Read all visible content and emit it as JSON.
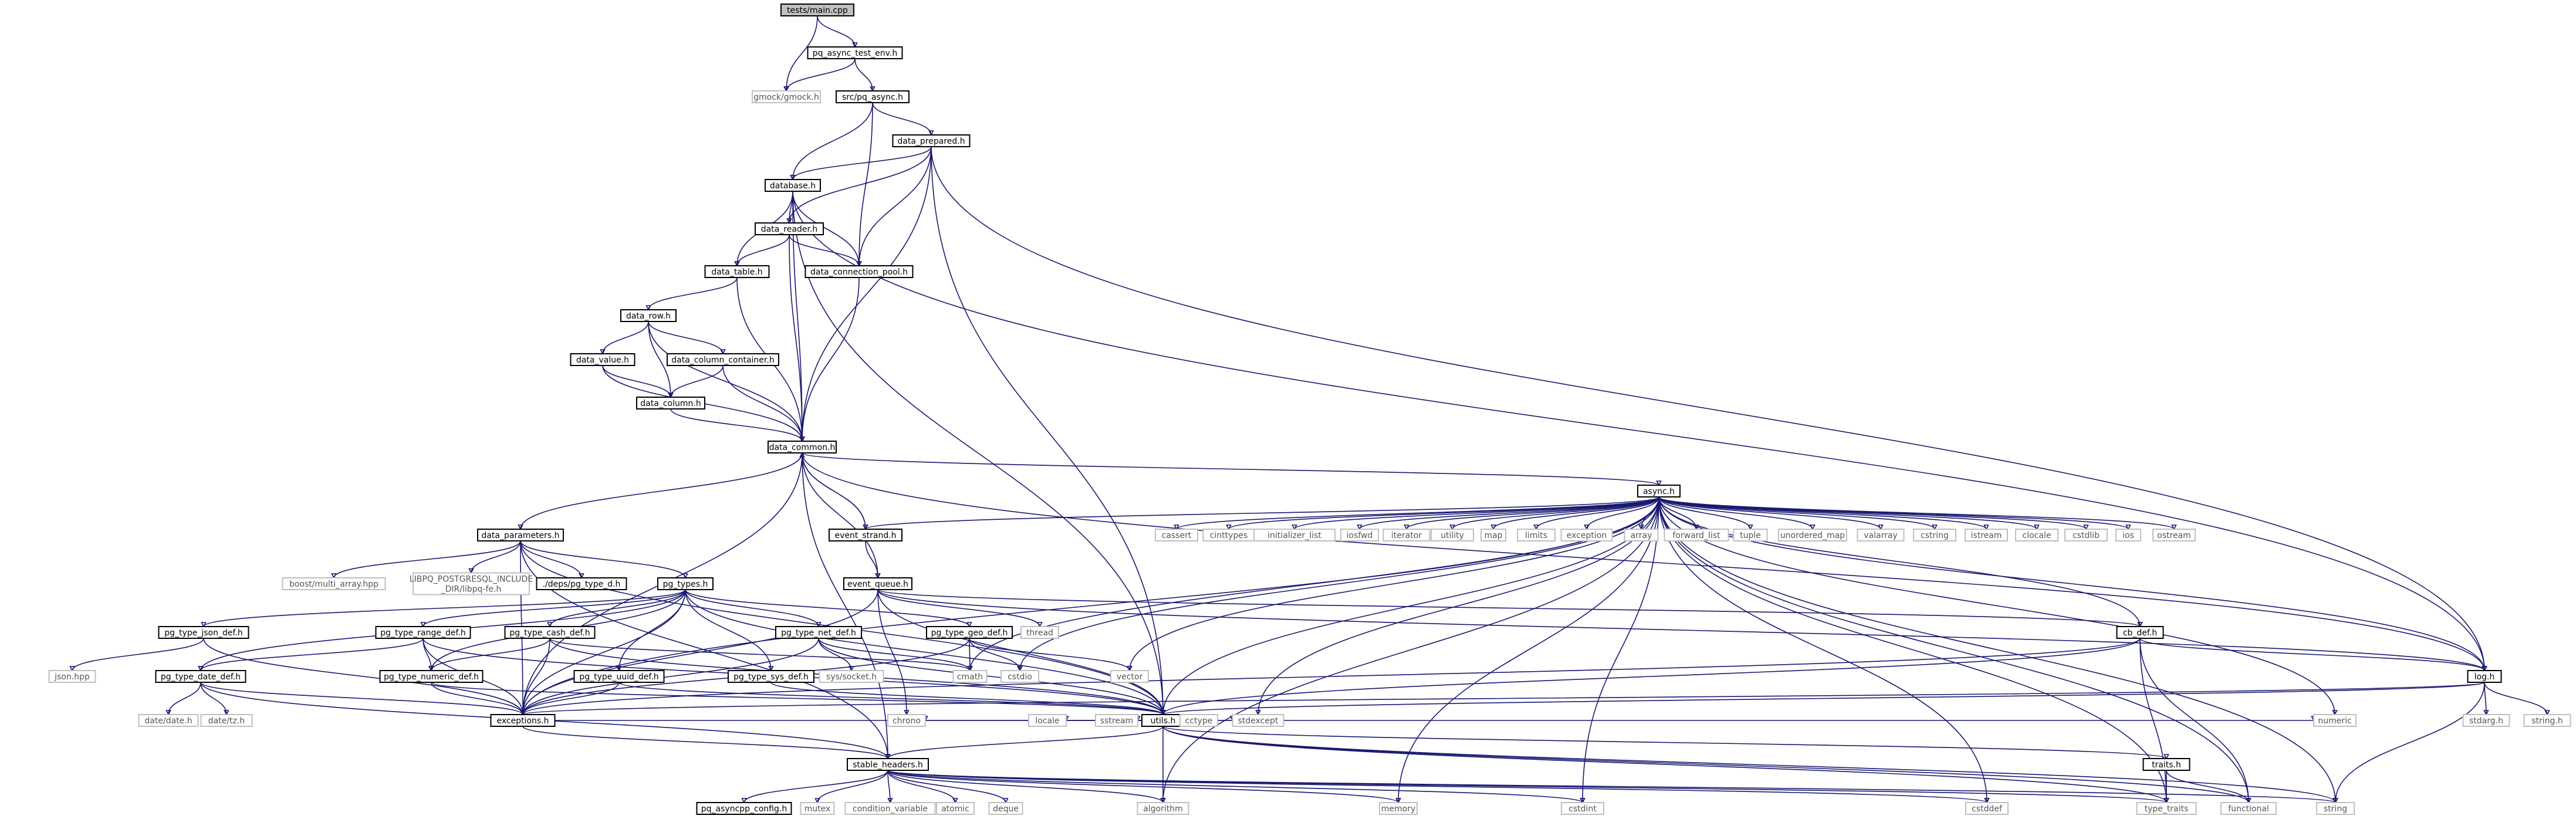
{
  "diagram": {
    "nodes": [
      {
        "id": "main",
        "label": "tests/main.cpp",
        "kind": "root"
      },
      {
        "id": "pqtestenv",
        "label": "pq_async_test_env.h",
        "kind": "local"
      },
      {
        "id": "gmock",
        "label": "gmock/gmock.h",
        "kind": "system"
      },
      {
        "id": "pqasync",
        "label": "src/pq_async.h",
        "kind": "local"
      },
      {
        "id": "dataprep",
        "label": "data_prepared.h",
        "kind": "local"
      },
      {
        "id": "database",
        "label": "database.h",
        "kind": "local"
      },
      {
        "id": "datareader",
        "label": "data_reader.h",
        "kind": "local"
      },
      {
        "id": "dataconn",
        "label": "data_connection_pool.h",
        "kind": "local"
      },
      {
        "id": "datatable",
        "label": "data_table.h",
        "kind": "local"
      },
      {
        "id": "datarow",
        "label": "data_row.h",
        "kind": "local"
      },
      {
        "id": "datavalue",
        "label": "data_value.h",
        "kind": "local"
      },
      {
        "id": "datacolcont",
        "label": "data_column_container.h",
        "kind": "local"
      },
      {
        "id": "datacol",
        "label": "data_column.h",
        "kind": "local"
      },
      {
        "id": "datacommon",
        "label": "data_common.h",
        "kind": "local"
      },
      {
        "id": "asynch",
        "label": "async.h",
        "kind": "local"
      },
      {
        "id": "eventstrand",
        "label": "event_strand.h",
        "kind": "local"
      },
      {
        "id": "dataparams",
        "label": "data_parameters.h",
        "kind": "local"
      },
      {
        "id": "eventqueue",
        "label": "event_queue.h",
        "kind": "local"
      },
      {
        "id": "pgtypes",
        "label": "pg_types.h",
        "kind": "local"
      },
      {
        "id": "boostmulti",
        "label": "boost/multi_array.hpp",
        "kind": "system"
      },
      {
        "id": "libpq",
        "label": "LIBPQ_POSTGRESQL_INCLUDE|_DIR/libpq-fe.h",
        "kind": "system",
        "line1": "LIBPQ_POSTGRESQL_INCLUDE",
        "line2": "_DIR/libpq-fe.h"
      },
      {
        "id": "pgtypeid",
        "label": "./deps/pg_type_d.h",
        "kind": "local"
      },
      {
        "id": "json",
        "label": "pg_type_json_def.h",
        "kind": "local"
      },
      {
        "id": "jsonhpp",
        "label": "json.hpp",
        "kind": "system"
      },
      {
        "id": "range",
        "label": "pg_type_range_def.h",
        "kind": "local"
      },
      {
        "id": "cash",
        "label": "pg_type_cash_def.h",
        "kind": "local"
      },
      {
        "id": "net",
        "label": "pg_type_net_def.h",
        "kind": "local"
      },
      {
        "id": "geo",
        "label": "pg_type_geo_def.h",
        "kind": "local"
      },
      {
        "id": "thread",
        "label": "thread",
        "kind": "system"
      },
      {
        "id": "cbdef",
        "label": "cb_def.h",
        "kind": "local"
      },
      {
        "id": "date",
        "label": "pg_type_date_def.h",
        "kind": "local"
      },
      {
        "id": "numeric",
        "label": "pg_type_numeric_def.h",
        "kind": "local"
      },
      {
        "id": "uuid",
        "label": "pg_type_uuid_def.h",
        "kind": "local"
      },
      {
        "id": "sys",
        "label": "pg_type_sys_def.h",
        "kind": "local"
      },
      {
        "id": "syssocket",
        "label": "sys/socket.h",
        "kind": "system"
      },
      {
        "id": "cmath",
        "label": "cmath",
        "kind": "system"
      },
      {
        "id": "cstdio",
        "label": "cstdio",
        "kind": "system"
      },
      {
        "id": "vector",
        "label": "vector",
        "kind": "system"
      },
      {
        "id": "logh",
        "label": "log.h",
        "kind": "local"
      },
      {
        "id": "datedate",
        "label": "date/date.h",
        "kind": "system"
      },
      {
        "id": "datetz",
        "label": "date/tz.h",
        "kind": "system"
      },
      {
        "id": "exceptions",
        "label": "exceptions.h",
        "kind": "local"
      },
      {
        "id": "utils",
        "label": "utils.h",
        "kind": "local"
      },
      {
        "id": "stdarg",
        "label": "stdarg.h",
        "kind": "system"
      },
      {
        "id": "stringh",
        "label": "string.h",
        "kind": "system"
      },
      {
        "id": "stable",
        "label": "stable_headers.h",
        "kind": "local"
      },
      {
        "id": "chrono",
        "label": "chrono",
        "kind": "system"
      },
      {
        "id": "locale",
        "label": "locale",
        "kind": "system"
      },
      {
        "id": "sstream",
        "label": "sstream",
        "kind": "system"
      },
      {
        "id": "cctype",
        "label": "cctype",
        "kind": "system"
      },
      {
        "id": "stdexcept",
        "label": "stdexcept",
        "kind": "system"
      },
      {
        "id": "traits",
        "label": "traits.h",
        "kind": "local"
      },
      {
        "id": "numerichdr",
        "label": "numeric",
        "kind": "system"
      },
      {
        "id": "pqconfig",
        "label": "pq_asyncpp_config.h",
        "kind": "local"
      },
      {
        "id": "mutex",
        "label": "mutex",
        "kind": "system"
      },
      {
        "id": "condvar",
        "label": "condition_variable",
        "kind": "system"
      },
      {
        "id": "atomic",
        "label": "atomic",
        "kind": "system"
      },
      {
        "id": "deque",
        "label": "deque",
        "kind": "system"
      },
      {
        "id": "algorithm",
        "label": "algorithm",
        "kind": "system"
      },
      {
        "id": "memory",
        "label": "memory",
        "kind": "system"
      },
      {
        "id": "cstdint",
        "label": "cstdint",
        "kind": "system"
      },
      {
        "id": "cstddef",
        "label": "cstddef",
        "kind": "system"
      },
      {
        "id": "typetraits",
        "label": "type_traits",
        "kind": "system"
      },
      {
        "id": "functional",
        "label": "functional",
        "kind": "system"
      },
      {
        "id": "string",
        "label": "string",
        "kind": "system"
      },
      {
        "id": "cassert",
        "label": "cassert",
        "kind": "system"
      },
      {
        "id": "cinttypes",
        "label": "cinttypes",
        "kind": "system"
      },
      {
        "id": "initlist",
        "label": "initializer_list",
        "kind": "system"
      },
      {
        "id": "iosfwd",
        "label": "iosfwd",
        "kind": "system"
      },
      {
        "id": "iterator",
        "label": "iterator",
        "kind": "system"
      },
      {
        "id": "utility",
        "label": "utility",
        "kind": "system"
      },
      {
        "id": "map",
        "label": "map",
        "kind": "system"
      },
      {
        "id": "limits",
        "label": "limits",
        "kind": "system"
      },
      {
        "id": "exception",
        "label": "exception",
        "kind": "system"
      },
      {
        "id": "array",
        "label": "array",
        "kind": "system"
      },
      {
        "id": "fwdlist",
        "label": "forward_list",
        "kind": "system"
      },
      {
        "id": "tuple",
        "label": "tuple",
        "kind": "system"
      },
      {
        "id": "unordmap",
        "label": "unordered_map",
        "kind": "system"
      },
      {
        "id": "valarray",
        "label": "valarray",
        "kind": "system"
      },
      {
        "id": "cstring",
        "label": "cstring",
        "kind": "system"
      },
      {
        "id": "istream",
        "label": "istream",
        "kind": "system"
      },
      {
        "id": "clocale",
        "label": "clocale",
        "kind": "system"
      },
      {
        "id": "cstdlib",
        "label": "cstdlib",
        "kind": "system"
      },
      {
        "id": "ios",
        "label": "ios",
        "kind": "system"
      },
      {
        "id": "ostream",
        "label": "ostream",
        "kind": "system"
      }
    ],
    "edges": [
      [
        "main",
        "pqtestenv"
      ],
      [
        "main",
        "gmock"
      ],
      [
        "pqtestenv",
        "gmock"
      ],
      [
        "pqtestenv",
        "pqasync"
      ],
      [
        "pqasync",
        "dataprep"
      ],
      [
        "pqasync",
        "database"
      ],
      [
        "pqasync",
        "dataconn"
      ],
      [
        "dataprep",
        "database"
      ],
      [
        "dataprep",
        "datareader"
      ],
      [
        "dataprep",
        "dataconn"
      ],
      [
        "dataprep",
        "datacommon"
      ],
      [
        "dataprep",
        "utils"
      ],
      [
        "dataprep",
        "logh"
      ],
      [
        "database",
        "datareader"
      ],
      [
        "database",
        "dataconn"
      ],
      [
        "database",
        "datatable"
      ],
      [
        "database",
        "datacommon"
      ],
      [
        "database",
        "logh"
      ],
      [
        "database",
        "utils"
      ],
      [
        "datareader",
        "dataconn"
      ],
      [
        "datareader",
        "datatable"
      ],
      [
        "datareader",
        "datacommon"
      ],
      [
        "dataconn",
        "datacommon"
      ],
      [
        "datatable",
        "datarow"
      ],
      [
        "datatable",
        "datacommon"
      ],
      [
        "datarow",
        "datavalue"
      ],
      [
        "datarow",
        "datacolcont"
      ],
      [
        "datarow",
        "datacol"
      ],
      [
        "datarow",
        "datacommon"
      ],
      [
        "datavalue",
        "datacol"
      ],
      [
        "datavalue",
        "datacommon"
      ],
      [
        "datacolcont",
        "datacol"
      ],
      [
        "datacolcont",
        "datacommon"
      ],
      [
        "datacol",
        "datacommon"
      ],
      [
        "datacommon",
        "eventstrand"
      ],
      [
        "datacommon",
        "asynch"
      ],
      [
        "datacommon",
        "dataparams"
      ],
      [
        "datacommon",
        "eventqueue"
      ],
      [
        "datacommon",
        "exceptions"
      ],
      [
        "datacommon",
        "stable"
      ],
      [
        "datacommon",
        "logh"
      ],
      [
        "eventstrand",
        "datacommon"
      ],
      [
        "eventstrand",
        "eventqueue"
      ],
      [
        "asynch",
        "eventstrand"
      ],
      [
        "asynch",
        "cbdef"
      ],
      [
        "asynch",
        "logh"
      ],
      [
        "asynch",
        "utils"
      ],
      [
        "asynch",
        "exceptions"
      ],
      [
        "asynch",
        "cassert"
      ],
      [
        "asynch",
        "cinttypes"
      ],
      [
        "asynch",
        "initlist"
      ],
      [
        "asynch",
        "iosfwd"
      ],
      [
        "asynch",
        "iterator"
      ],
      [
        "asynch",
        "utility"
      ],
      [
        "asynch",
        "map"
      ],
      [
        "asynch",
        "limits"
      ],
      [
        "asynch",
        "exception"
      ],
      [
        "asynch",
        "array"
      ],
      [
        "asynch",
        "fwdlist"
      ],
      [
        "asynch",
        "tuple"
      ],
      [
        "asynch",
        "unordmap"
      ],
      [
        "asynch",
        "valarray"
      ],
      [
        "asynch",
        "cstring"
      ],
      [
        "asynch",
        "istream"
      ],
      [
        "asynch",
        "clocale"
      ],
      [
        "asynch",
        "cstdlib"
      ],
      [
        "asynch",
        "ios"
      ],
      [
        "asynch",
        "ostream"
      ],
      [
        "asynch",
        "vector"
      ],
      [
        "asynch",
        "cmath"
      ],
      [
        "asynch",
        "cstdio"
      ],
      [
        "asynch",
        "algorithm"
      ],
      [
        "asynch",
        "memory"
      ],
      [
        "asynch",
        "cstdint"
      ],
      [
        "asynch",
        "cstddef"
      ],
      [
        "asynch",
        "typetraits"
      ],
      [
        "asynch",
        "functional"
      ],
      [
        "asynch",
        "string"
      ],
      [
        "asynch",
        "numerichdr"
      ],
      [
        "asynch",
        "stdexcept"
      ],
      [
        "dataparams",
        "boostmulti"
      ],
      [
        "dataparams",
        "libpq"
      ],
      [
        "dataparams",
        "pgtypeid"
      ],
      [
        "dataparams",
        "pgtypes"
      ],
      [
        "dataparams",
        "exceptions"
      ],
      [
        "dataparams",
        "utils"
      ],
      [
        "dataparams",
        "stable"
      ],
      [
        "eventqueue",
        "thread"
      ],
      [
        "eventqueue",
        "cbdef"
      ],
      [
        "eventqueue",
        "logh"
      ],
      [
        "eventqueue",
        "utils"
      ],
      [
        "eventqueue",
        "chrono"
      ],
      [
        "eventqueue",
        "exceptions"
      ],
      [
        "pgtypes",
        "json"
      ],
      [
        "pgtypes",
        "range"
      ],
      [
        "pgtypes",
        "cash"
      ],
      [
        "pgtypes",
        "net"
      ],
      [
        "pgtypes",
        "geo"
      ],
      [
        "pgtypes",
        "date"
      ],
      [
        "pgtypes",
        "uuid"
      ],
      [
        "pgtypes",
        "sys"
      ],
      [
        "pgtypes",
        "numeric"
      ],
      [
        "pgtypes",
        "exceptions"
      ],
      [
        "pgtypes",
        "utils"
      ],
      [
        "json",
        "jsonhpp"
      ],
      [
        "json",
        "exceptions"
      ],
      [
        "range",
        "date"
      ],
      [
        "range",
        "numeric"
      ],
      [
        "range",
        "exceptions"
      ],
      [
        "range",
        "utils"
      ],
      [
        "cash",
        "numeric"
      ],
      [
        "cash",
        "exceptions"
      ],
      [
        "cash",
        "utils"
      ],
      [
        "cash",
        "cmath"
      ],
      [
        "net",
        "syssocket"
      ],
      [
        "net",
        "exceptions"
      ],
      [
        "net",
        "utils"
      ],
      [
        "net",
        "cmath"
      ],
      [
        "geo",
        "cmath"
      ],
      [
        "geo",
        "cstdio"
      ],
      [
        "geo",
        "vector"
      ],
      [
        "geo",
        "exceptions"
      ],
      [
        "cbdef",
        "logh"
      ],
      [
        "cbdef",
        "utils"
      ],
      [
        "cbdef",
        "exceptions"
      ],
      [
        "cbdef",
        "typetraits"
      ],
      [
        "cbdef",
        "functional"
      ],
      [
        "date",
        "datedate"
      ],
      [
        "date",
        "datetz"
      ],
      [
        "date",
        "exceptions"
      ],
      [
        "date",
        "stable"
      ],
      [
        "numeric",
        "exceptions"
      ],
      [
        "numeric",
        "utils"
      ],
      [
        "uuid",
        "exceptions"
      ],
      [
        "uuid",
        "utils"
      ],
      [
        "sys",
        "utils"
      ],
      [
        "logh",
        "stdarg"
      ],
      [
        "logh",
        "stringh"
      ],
      [
        "logh",
        "utils"
      ],
      [
        "logh",
        "exceptions"
      ],
      [
        "logh",
        "string"
      ],
      [
        "exceptions",
        "stable"
      ],
      [
        "exceptions",
        "stdexcept"
      ],
      [
        "utils",
        "stable"
      ],
      [
        "utils",
        "chrono"
      ],
      [
        "utils",
        "locale"
      ],
      [
        "utils",
        "sstream"
      ],
      [
        "utils",
        "cctype"
      ],
      [
        "utils",
        "algorithm"
      ],
      [
        "utils",
        "traits"
      ],
      [
        "utils",
        "numerichdr"
      ],
      [
        "utils",
        "typetraits"
      ],
      [
        "utils",
        "functional"
      ],
      [
        "utils",
        "string"
      ],
      [
        "traits",
        "typetraits"
      ],
      [
        "traits",
        "functional"
      ],
      [
        "stable",
        "pqconfig"
      ],
      [
        "stable",
        "mutex"
      ],
      [
        "stable",
        "condvar"
      ],
      [
        "stable",
        "atomic"
      ],
      [
        "stable",
        "deque"
      ],
      [
        "stable",
        "algorithm"
      ],
      [
        "stable",
        "memory"
      ],
      [
        "stable",
        "cstdint"
      ],
      [
        "stable",
        "cstddef"
      ],
      [
        "stable",
        "typetraits"
      ],
      [
        "stable",
        "string"
      ]
    ]
  }
}
